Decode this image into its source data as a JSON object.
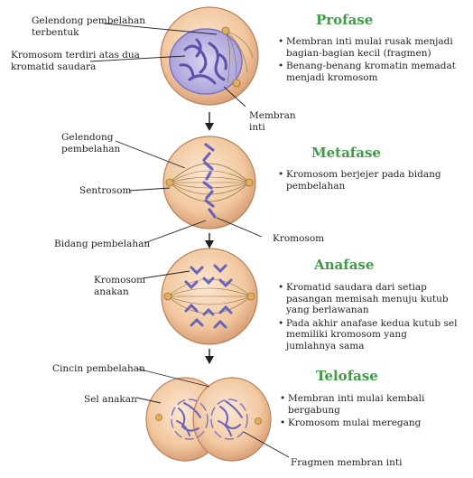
{
  "phases": [
    {
      "name": "Profase",
      "points": [
        "Membran inti mulai rusak menjadi bagian-bagian kecil (fragmen)",
        "Benang-benang kromatin memadat menjadi kromosom"
      ]
    },
    {
      "name": "Metafase",
      "points": [
        "Kromosom berjejer pada bidang pembelahan"
      ]
    },
    {
      "name": "Anafase",
      "points": [
        "Kromatid saudara dari setiap pasangan memisah menuju kutub yang berlawanan",
        "Pada akhir anafase kedua kutub sel memiliki kromosom yang jumlahnya sama"
      ]
    },
    {
      "name": "Telofase",
      "points": [
        "Membran inti mulai kembali bergabung",
        "Kromosom mulai meregang"
      ]
    }
  ],
  "labels": {
    "gelendong_terbentuk": "Gelendong pembelahan terbentuk",
    "kromosom_dua_kromatid": "Kromosom terdiri atas dua kromatid saudara",
    "membran_inti": "Membran inti",
    "gelendong_pembelahan": "Gelendong pembelahan",
    "sentrosom": "Sentrosom",
    "bidang_pembelahan": "Bidang pembelahan",
    "kromosom": "Kromosom",
    "kromosom_anakan": "Kromosom anakan",
    "cincin_pembelahan": "Cincin pembelahan",
    "sel_anakan": "Sel anakan",
    "fragmen_membran_inti": "Fragmen membran inti"
  },
  "colors": {
    "title_green": "#3f9b45",
    "cell_fill": "#f2c8a0",
    "cell_edge": "#b8825d",
    "chromosome": "#6a64b8",
    "spindle": "#8a6a3a"
  }
}
